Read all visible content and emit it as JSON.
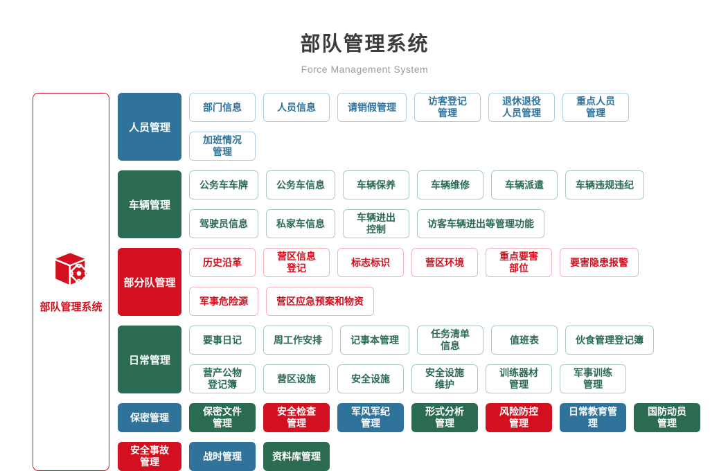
{
  "colors": {
    "blue": "#2F739B",
    "green": "#2B6B52",
    "red": "#D2101F",
    "blue-light": "#AECDE0",
    "green-light": "#A8CBBB",
    "red-light": "#F3B5BA",
    "title": "#3D3D3D",
    "subtitle": "#9B9B9B"
  },
  "header": {
    "title": "部队管理系统",
    "subtitle": "Force Management System"
  },
  "root": {
    "label": "部队管理系统",
    "icon": "cube-gear-icon"
  },
  "groups": [
    {
      "label": "人员管理",
      "color": "blue",
      "items": [
        {
          "label": "部门信息"
        },
        {
          "label": "人员信息"
        },
        {
          "label": "请销假管理"
        },
        {
          "label": "访客登记\n管理"
        },
        {
          "label": "退休退役\n人员管理"
        },
        {
          "label": "重点人员\n管理"
        },
        {
          "label": "加班情况\n管理"
        }
      ]
    },
    {
      "label": "车辆管理",
      "color": "green",
      "items": [
        {
          "label": "公务车车牌"
        },
        {
          "label": "公务车信息"
        },
        {
          "label": "车辆保养"
        },
        {
          "label": "车辆维修"
        },
        {
          "label": "车辆派遣"
        },
        {
          "label": "车辆违规违纪"
        },
        {
          "label": "驾驶员信息"
        },
        {
          "label": "私家车信息"
        },
        {
          "label": "车辆进出\n控制"
        },
        {
          "label": "访客车辆进出等管理功能"
        }
      ]
    },
    {
      "label": "部分队管理",
      "color": "red",
      "items": [
        {
          "label": "历史沿革"
        },
        {
          "label": "营区信息\n登记"
        },
        {
          "label": "标志标识"
        },
        {
          "label": "营区环境"
        },
        {
          "label": "重点要害\n部位"
        },
        {
          "label": "要害隐患报警"
        },
        {
          "label": "军事危险源"
        },
        {
          "label": "营区应急预案和物资"
        }
      ]
    },
    {
      "label": "日常管理",
      "color": "green",
      "items": [
        {
          "label": "要事日记"
        },
        {
          "label": "周工作安排"
        },
        {
          "label": "记事本管理"
        },
        {
          "label": "任务清单\n信息"
        },
        {
          "label": "值班表"
        },
        {
          "label": "伙食管理登记簿"
        },
        {
          "label": "营产公物\n登记簿"
        },
        {
          "label": "营区设施"
        },
        {
          "label": "安全设施"
        },
        {
          "label": "安全设施\n维护"
        },
        {
          "label": "训练器材\n管理"
        },
        {
          "label": "军事训练\n管理"
        }
      ]
    }
  ],
  "solid_rows": [
    {
      "cells": [
        {
          "label": "保密管理",
          "color": "blue"
        },
        {
          "label": "保密文件\n管理",
          "color": "green"
        },
        {
          "label": "安全检查\n管理",
          "color": "red"
        },
        {
          "label": "军风军纪\n管理",
          "color": "blue"
        },
        {
          "label": "形式分析\n管理",
          "color": "green"
        },
        {
          "label": "风险防控\n管理",
          "color": "red"
        },
        {
          "label": "日常教育管理",
          "color": "blue"
        },
        {
          "label": "国防动员\n管理",
          "color": "green"
        }
      ]
    },
    {
      "cells": [
        {
          "label": "安全事故\n管理",
          "color": "red"
        },
        {
          "label": "战时管理",
          "color": "blue"
        },
        {
          "label": "资料库管理",
          "color": "green"
        }
      ]
    }
  ]
}
